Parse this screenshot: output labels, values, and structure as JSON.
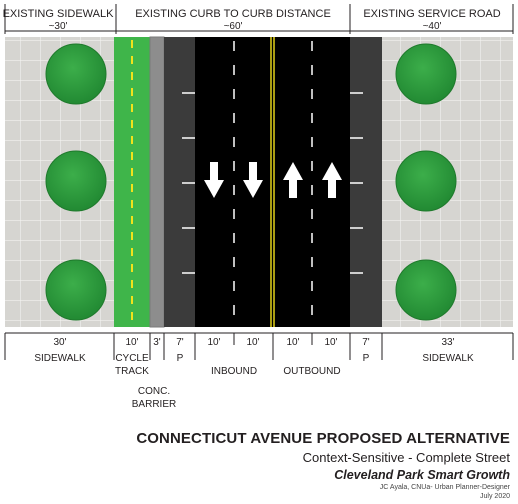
{
  "header": {
    "left": {
      "label": "EXISTING SIDEWALK",
      "dim": "~30'"
    },
    "center": {
      "label": "EXISTING CURB TO CURB DISTANCE",
      "dim": "~60'"
    },
    "right": {
      "label": "EXISTING SERVICE ROAD",
      "dim": "~40'"
    }
  },
  "segments": [
    {
      "dim": "30'",
      "label": [
        "SIDEWALK"
      ]
    },
    {
      "dim": "10'",
      "label": [
        "CYCLE",
        "TRACK"
      ]
    },
    {
      "dim": "3'",
      "label": [
        "CONC.",
        "BARRIER"
      ]
    },
    {
      "dim": "7'",
      "label": [
        "P"
      ]
    },
    {
      "dim": "10'"
    },
    {
      "dim": "10'"
    },
    {
      "dim": "10'"
    },
    {
      "dim": "10'"
    },
    {
      "dim": "7'",
      "label": [
        "P"
      ]
    },
    {
      "dim": "33'",
      "label": [
        "SIDEWALK"
      ]
    }
  ],
  "group_labels": {
    "inbound": "INBOUND",
    "outbound": "OUTBOUND"
  },
  "colors": {
    "sidewalk": "#d6d5d1",
    "cycle_track": "#3fb54a",
    "barrier": "#8d8d8d",
    "parking": "#3b3b3b",
    "travel_lane": "#000000",
    "center_line": "#f2e21c",
    "tree": "#2e9e3e"
  },
  "title": {
    "main": "CONNECTICUT AVENUE PROPOSED ALTERNATIVE",
    "sub": "Context-Sensitive - Complete Street",
    "org": "Cleveland Park Smart Growth",
    "author": "JC Ayala, CNUa- Urban Planner-Designer",
    "date": "July 2020"
  }
}
